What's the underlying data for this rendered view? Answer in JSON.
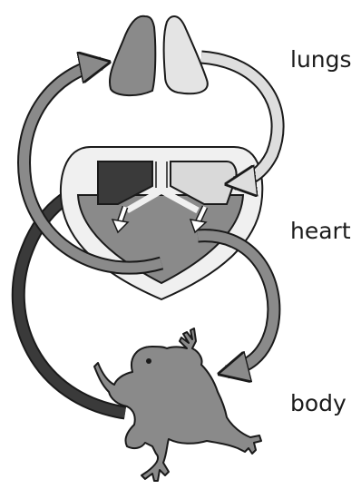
{
  "labels": {
    "lungs": "lungs",
    "heart": "heart",
    "body": "body"
  },
  "colors": {
    "oxygen_poor_blood": "#3a3a3a",
    "mixed_blood": "#8a8a8a",
    "oxygen_rich_blood": "#d9d9d9",
    "outline": "#1a1a1a",
    "heart_border": "#f0f0f0"
  }
}
